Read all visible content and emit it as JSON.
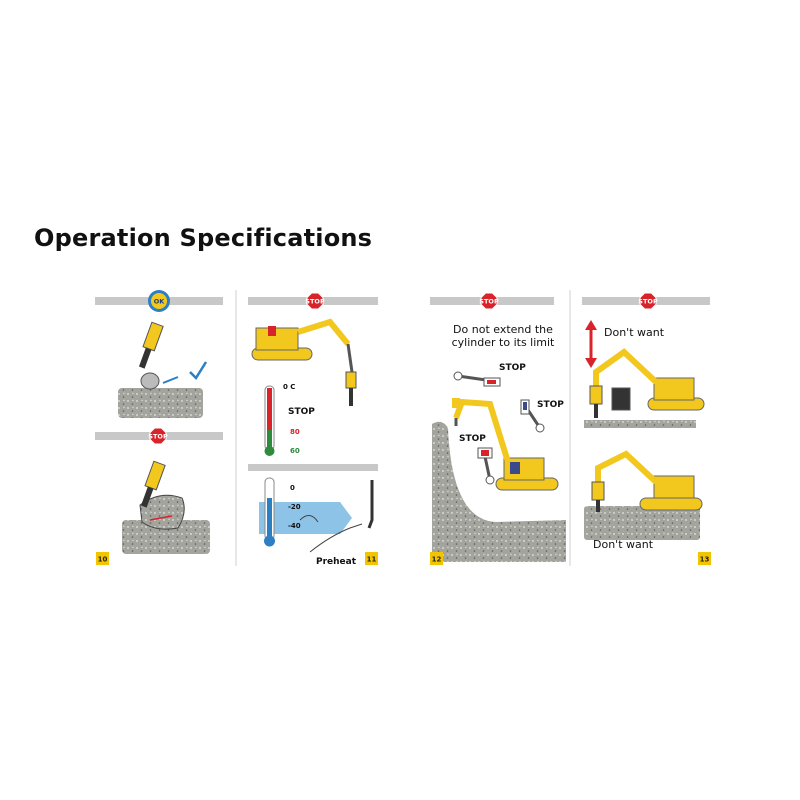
{
  "title": "Operation Specifications",
  "colors": {
    "machine_yellow": "#f2c81e",
    "stop_red": "#d8232a",
    "ok_blue": "#2d7fc4",
    "ground_gray": "#a2a29c",
    "bar_gray": "#c8c8c8",
    "page_badge": "#f3c500"
  },
  "panels": [
    {
      "page": "10",
      "top_sign": "OK",
      "bottom_sign": "STOP"
    },
    {
      "page": "11",
      "top_sign": "STOP",
      "thermo_unit": "0 C",
      "stop_label": "STOP",
      "hot_ticks": [
        "80",
        "60"
      ],
      "cold_ticks": [
        "0",
        "-20",
        "-40"
      ],
      "preheat_label": "Preheat"
    },
    {
      "page": "12",
      "top_sign": "STOP",
      "caption_line1": "Do not extend the",
      "caption_line2": "cylinder to its limit",
      "stop_labels": [
        "STOP",
        "STOP",
        "STOP"
      ]
    },
    {
      "page": "13",
      "top_sign": "STOP",
      "top_caption": "Don't want",
      "bottom_caption": "Don't want"
    }
  ]
}
